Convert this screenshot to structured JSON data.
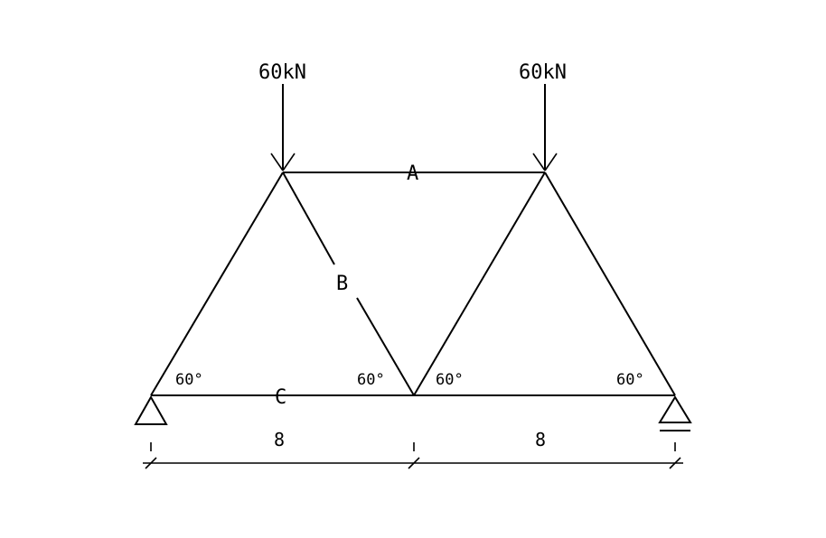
{
  "loads": [
    {
      "label": "60kN"
    },
    {
      "label": "60kN"
    }
  ],
  "member_labels": {
    "a": "A",
    "b": "B",
    "c": "C"
  },
  "angles": [
    "60°",
    "60°",
    "60°",
    "60°"
  ],
  "dimensions": [
    "8",
    "8"
  ],
  "colors": {
    "line": "#000000",
    "background": "#ffffff"
  }
}
